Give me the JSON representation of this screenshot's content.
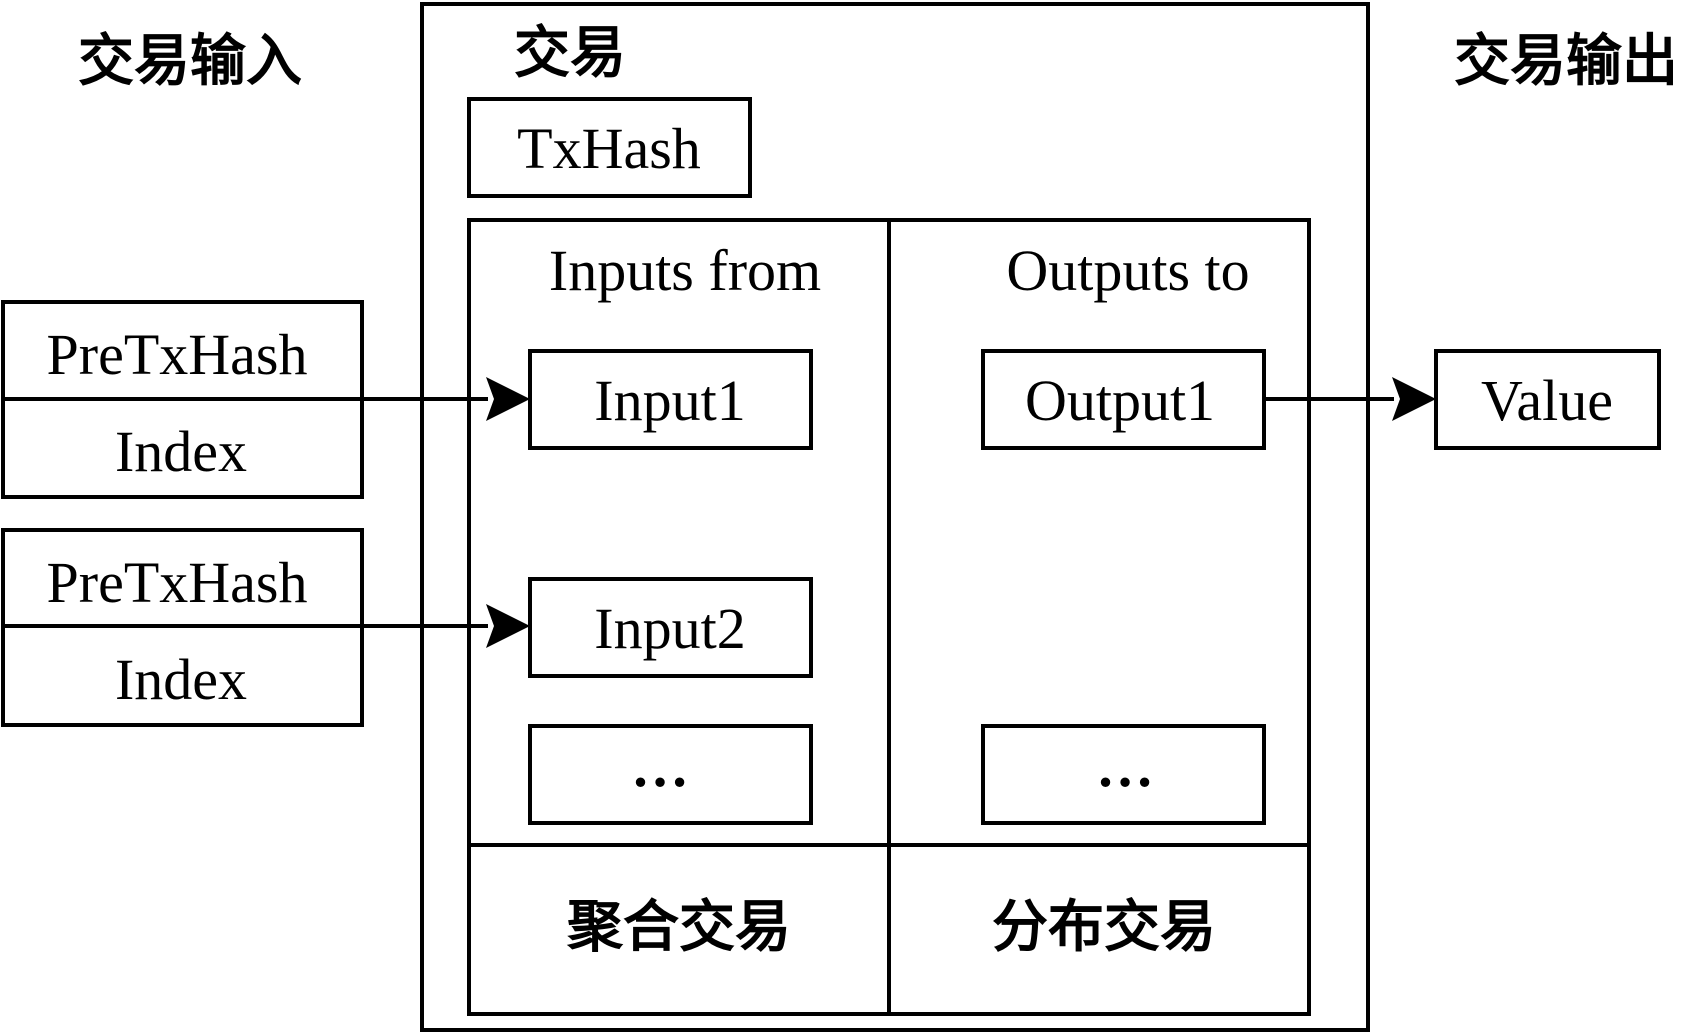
{
  "headings": {
    "inputs": "交易输入",
    "transaction": "交易",
    "outputs": "交易输出"
  },
  "transaction": {
    "hash_label": "TxHash",
    "inputs_header": "Inputs from",
    "outputs_header": "Outputs to",
    "inputs": [
      "Input1",
      "Input2",
      "…"
    ],
    "outputs": [
      "Output1",
      "…"
    ],
    "aggregate_label": "聚合交易",
    "distribute_label": "分布交易"
  },
  "external_inputs": [
    {
      "prev_hash_label": "PreTxHash",
      "index_label": "Index"
    },
    {
      "prev_hash_label": "PreTxHash",
      "index_label": "Index"
    }
  ],
  "external_output": {
    "value_label": "Value"
  }
}
